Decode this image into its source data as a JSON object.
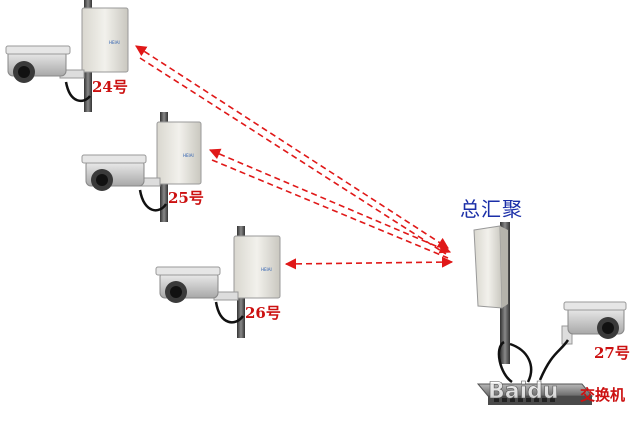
{
  "hub": {
    "label": "总汇聚"
  },
  "nodes": [
    {
      "id": "24",
      "label": "24号",
      "device_brand": "HEIAI"
    },
    {
      "id": "25",
      "label": "25号",
      "device_brand": "HEIAI"
    },
    {
      "id": "26",
      "label": "26号",
      "device_brand": "HEIAI"
    },
    {
      "id": "27",
      "label": "27号"
    }
  ],
  "switch": {
    "label": "交换机"
  },
  "watermark": {
    "text": "Baidu"
  },
  "colors": {
    "link": "#e01818",
    "node_label": "#cc1111",
    "hub_label": "#1b2fa8",
    "pole": "#555555"
  }
}
